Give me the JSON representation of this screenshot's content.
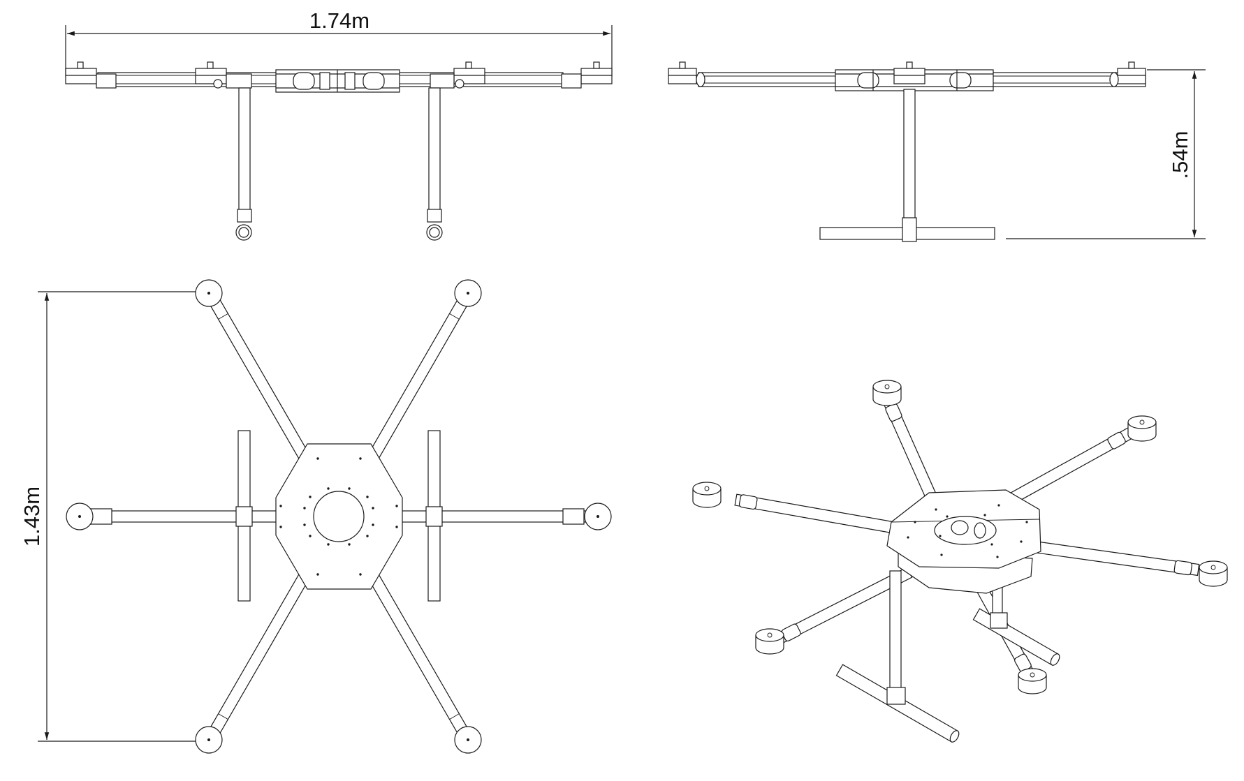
{
  "dimensions": {
    "width_label": "1.74m",
    "height_label": ".54m",
    "depth_label": "1.43m"
  },
  "colors": {
    "stroke": "#1a1a1a",
    "background": "#ffffff"
  }
}
